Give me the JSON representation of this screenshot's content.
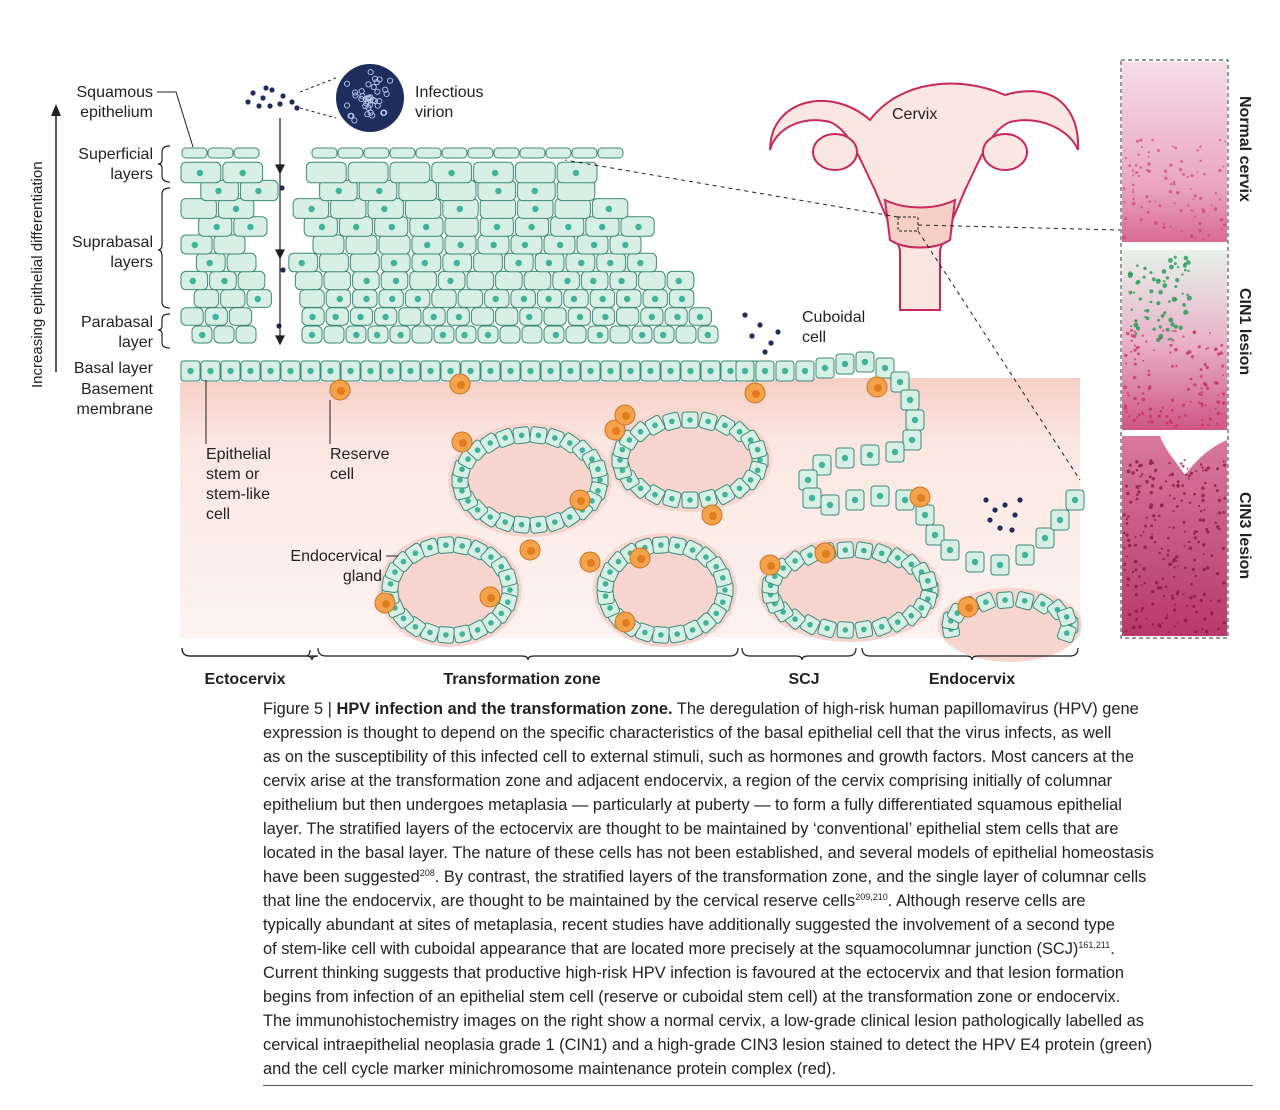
{
  "figure": {
    "labels": {
      "squamous_epithelium": [
        "Squamous",
        "epithelium"
      ],
      "infectious_virion": [
        "Infectious",
        "virion"
      ],
      "superficial_layers": [
        "Superficial",
        "layers"
      ],
      "suprabasal_layers": [
        "Suprabasal",
        "layers"
      ],
      "parabasal_layer": [
        "Parabasal",
        "layer"
      ],
      "basal_layer": "Basal layer",
      "basement_membrane": [
        "Basement",
        "membrane"
      ],
      "axis": "Increasing epithelial differentiation",
      "cervix": "Cervix",
      "cuboidal_cell": [
        "Cuboidal",
        "cell"
      ],
      "epithelial_stem_cell": [
        "Epithelial",
        "stem or",
        "stem-like",
        "cell"
      ],
      "reserve_cell": [
        "Reserve",
        "cell"
      ],
      "endocervical_gland": [
        "Endocervical",
        "gland"
      ]
    },
    "zones": [
      "Ectocervix",
      "Transformation zone",
      "SCJ",
      "Endocervix"
    ],
    "panels": [
      "Normal cervix",
      "CIN1 lesion",
      "CIN3 lesion"
    ],
    "colors": {
      "cell_fill": "#d8efe6",
      "cell_stroke": "#3d8a78",
      "nucleus": "#3fb49b",
      "reserve_cell": "#f5a24c",
      "stroma": "#fbe7e2",
      "virion": "#1f2d5c",
      "stain_green": "#1f9a52",
      "stain_red": "#c9285a",
      "tissue_pink": "#e9a4c0"
    }
  },
  "caption": {
    "figure_label": "Figure 5 | ",
    "title": "HPV infection and the transformation zone.",
    "lines": [
      " The deregulation of high-risk human papillomavirus (HPV) gene",
      "expression is thought to depend on the specific characteristics of the basal epithelial cell that the virus infects, as well",
      "as on the susceptibility of this infected cell to external stimuli, such as hormones and growth factors. Most cancers at the",
      "cervix arise at the transformation zone and adjacent endocervix, a region of the cervix comprising initially of columnar",
      "epithelium but then undergoes metaplasia — particularly at puberty — to form a fully differentiated squamous epithelial",
      "layer. The stratified layers of the ectocervix are thought to be maintained by ‘conventional’ epithelial stem cells that are",
      "located in the basal layer. The nature of these cells has not been established, and several models of epithelial homeostasis"
    ],
    "line8_a": "have been suggested",
    "ref_208": "208",
    "line8_b": ". By contrast, the stratified layers of the transformation zone, and the single layer of columnar cells",
    "line9_a": "that line the endocervix, are thought to be maintained by the cervical reserve cells",
    "ref_209_210": "209,210",
    "line9_b": ". Although reserve cells are",
    "line10": "typically abundant at sites of metaplasia, recent studies have additionally suggested the involvement of a second type",
    "line11_a": "of stem-like cell with cuboidal appearance that are located more precisely at the squamocolumnar junction (SCJ)",
    "ref_161_211": "161,211",
    "line11_b": ".",
    "lines_end": [
      "Current thinking suggests that productive high-risk HPV infection is favoured at the ectocervix and that lesion formation",
      "begins from infection of an epithelial stem cell (reserve or cuboidal stem cell) at the transformation zone or endocervix.",
      "The immunohistochemistry images on the right show a normal cervix, a low-grade clinical lesion pathologically labelled as",
      "cervical intraepithelial neoplasia grade 1 (CIN1) and a high-grade CIN3 lesion stained to detect the HPV E4 protein (green)",
      "and the cell cycle marker minichromosome maintenance protein complex (red)."
    ]
  }
}
